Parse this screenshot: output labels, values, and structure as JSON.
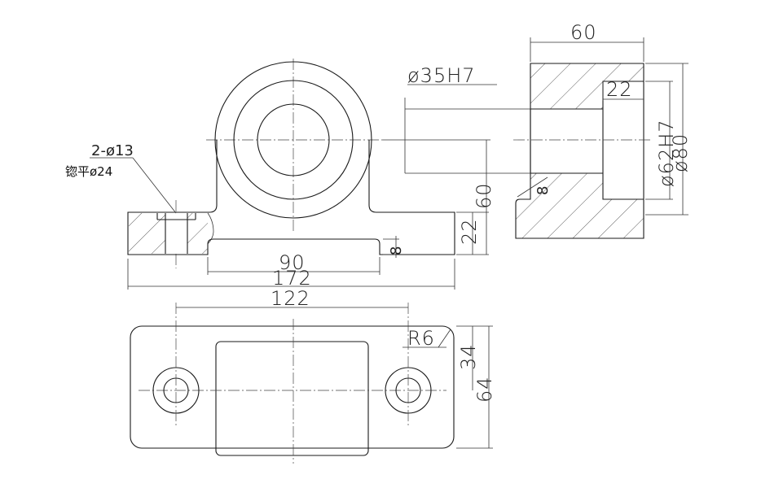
{
  "drawing": {
    "background": "#ffffff",
    "line_color": "#1a1a1a",
    "annotations": {
      "hole_spec": "2-ø13",
      "spotface_spec": "锪平ø24",
      "bore_tolerance": "ø35H7",
      "counterbore": "ø62H7",
      "outer_dia": "ø80",
      "radius": "R6"
    },
    "dimensions": {
      "section_width": "60",
      "counterbore_depth": "22",
      "base_gap": "8",
      "center_height": "60",
      "base_height": "22",
      "base_thickness": "8",
      "inner_span": "90",
      "overall_length": "172",
      "hole_spacing": "122",
      "half_width": "34",
      "overall_width": "64"
    }
  }
}
